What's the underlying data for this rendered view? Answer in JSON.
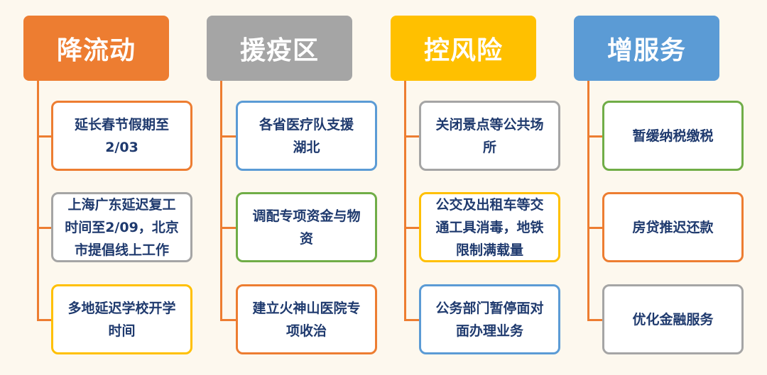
{
  "colors": {
    "orange": "#ed7d31",
    "gray": "#a5a5a5",
    "yellow": "#ffc000",
    "blue": "#5b9bd5",
    "green": "#70ad47",
    "text": "#1f3a6e",
    "background": "#fdf8ee"
  },
  "columns": [
    {
      "title": "降流动",
      "color": "#ed7d31",
      "items": [
        {
          "lines": [
            "延长春节假期至",
            "2/03"
          ],
          "border": "#ed7d31"
        },
        {
          "lines": [
            "上海广东延迟复工",
            "时间至2/09，北京",
            "市提倡线上工作"
          ],
          "border": "#a5a5a5"
        },
        {
          "lines": [
            "多地延迟学校开学",
            "时间"
          ],
          "border": "#ffc000"
        }
      ]
    },
    {
      "title": "援疫区",
      "color": "#a5a5a5",
      "items": [
        {
          "lines": [
            "各省医疗队支援",
            "湖北"
          ],
          "border": "#5b9bd5"
        },
        {
          "lines": [
            "调配专项资金与物",
            "资"
          ],
          "border": "#70ad47"
        },
        {
          "lines": [
            "建立火神山医院专",
            "项收治"
          ],
          "border": "#ed7d31"
        }
      ]
    },
    {
      "title": "控风险",
      "color": "#ffc000",
      "items": [
        {
          "lines": [
            "关闭景点等公共场",
            "所"
          ],
          "border": "#a5a5a5"
        },
        {
          "lines": [
            "公交及出租车等交",
            "通工具消毒，地铁",
            "限制满载量"
          ],
          "border": "#ffc000"
        },
        {
          "lines": [
            "公务部门暂停面对",
            "面办理业务"
          ],
          "border": "#5b9bd5"
        }
      ]
    },
    {
      "title": "增服务",
      "color": "#5b9bd5",
      "items": [
        {
          "lines": [
            "暂缓纳税缴税"
          ],
          "border": "#70ad47"
        },
        {
          "lines": [
            "房贷推迟还款"
          ],
          "border": "#ed7d31"
        },
        {
          "lines": [
            "优化金融服务"
          ],
          "border": "#a5a5a5"
        }
      ]
    }
  ]
}
